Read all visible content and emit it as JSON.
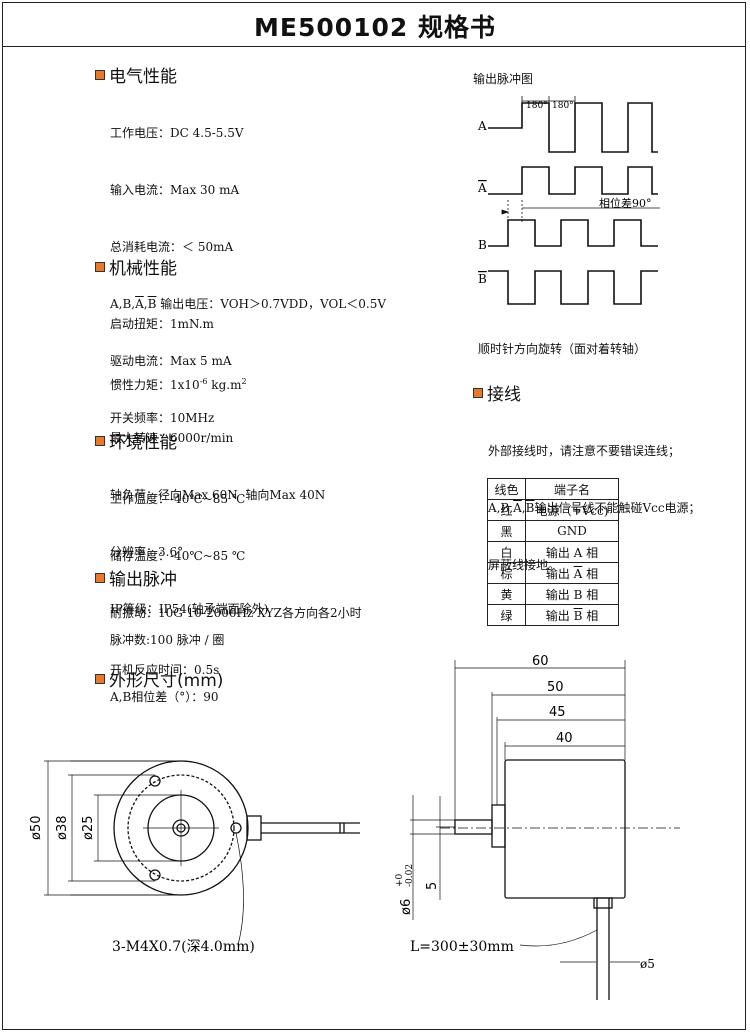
{
  "title": "ME500102 规格书",
  "electrical": {
    "heading": "电气性能",
    "lines": [
      "工作电压：DC 4.5-5.5V",
      "输入电流：Max 30 mA",
      "总消耗电流：＜ 50mA",
      "驱动电流：Max 5 mA",
      "开关频率：10MHz"
    ],
    "output_voltage_prefix": "A,B,",
    "output_voltage_suffix": " 输出电压：VOH＞0.7VDD，VOL＜0.5V",
    "a_bar": "A",
    "b_bar": "B"
  },
  "mechanical": {
    "heading": "机械性能",
    "torque": "启动扭矩：1mN.m",
    "inertia_prefix": "惯性力矩：1x10",
    "inertia_exp": "-6",
    "inertia_unit": " kg.m",
    "inertia_sq": "2",
    "lines": [
      "最大转速：6000r/min",
      "轴负荷：径向Max 60N  轴向Max 40N",
      "分辨率：3.6°",
      "IP等级：IP54(轴承端面除外)"
    ]
  },
  "environment": {
    "heading": "环境性能",
    "lines": [
      "工作温度：-40℃~85 ℃",
      "储存温度：-40℃~85 ℃",
      "耐振动：10G 10-2000Hz XYZ各方向各2小时",
      "开机反应时间：0.5s"
    ]
  },
  "pulse": {
    "heading": "输出脉冲",
    "lines": [
      "脉冲数:100 脉冲 / 圈",
      "A,B相位差（°）：90"
    ]
  },
  "dimensions": {
    "heading": "外形尺寸(mm)",
    "hole_note": "3-M4X0.7(深4.0mm)",
    "cable_note": "L=300±30mm",
    "front_dia_outer": "ø50",
    "front_dia_mid": "ø38",
    "front_dia_inner": "ø25",
    "side_60": "60",
    "side_50": "50",
    "side_45": "45",
    "side_40": "40",
    "shaft_dia": "ø6",
    "shaft_tol_plus": "+0",
    "shaft_tol_minus": "-0.02",
    "flat": "5",
    "cable_dia": "ø5"
  },
  "waveform": {
    "title": "输出脉冲图",
    "label_180a": "180°",
    "label_180b": "180°",
    "phase_label": "相位差90°",
    "channels": [
      "A",
      "A",
      "B",
      "B"
    ],
    "rotation_note": "顺时针方向旋转（面对着转轴）"
  },
  "wiring": {
    "heading": "接线",
    "note_line1": "外部接线时，请注意不要错误连线；",
    "note_line2_prefix": "A,B,",
    "note_line2_suffix": "输出信号线不能触碰Vcc电源；",
    "note_line3": "屏蔽线接地。",
    "col_color": "线色",
    "col_terminal": "端子名",
    "rows": [
      {
        "color": "红",
        "terminal": "电源（+Vcc)"
      },
      {
        "color": "黑",
        "terminal": "GND"
      },
      {
        "color": "白",
        "terminal": "输出 A 相"
      },
      {
        "color": "棕",
        "terminal_prefix": "输出 ",
        "terminal_bar": "A",
        "terminal_suffix": " 相"
      },
      {
        "color": "黄",
        "terminal": "输出 B 相"
      },
      {
        "color": "绿",
        "terminal_prefix": "输出 ",
        "terminal_bar": "B",
        "terminal_suffix": " 相"
      }
    ]
  }
}
